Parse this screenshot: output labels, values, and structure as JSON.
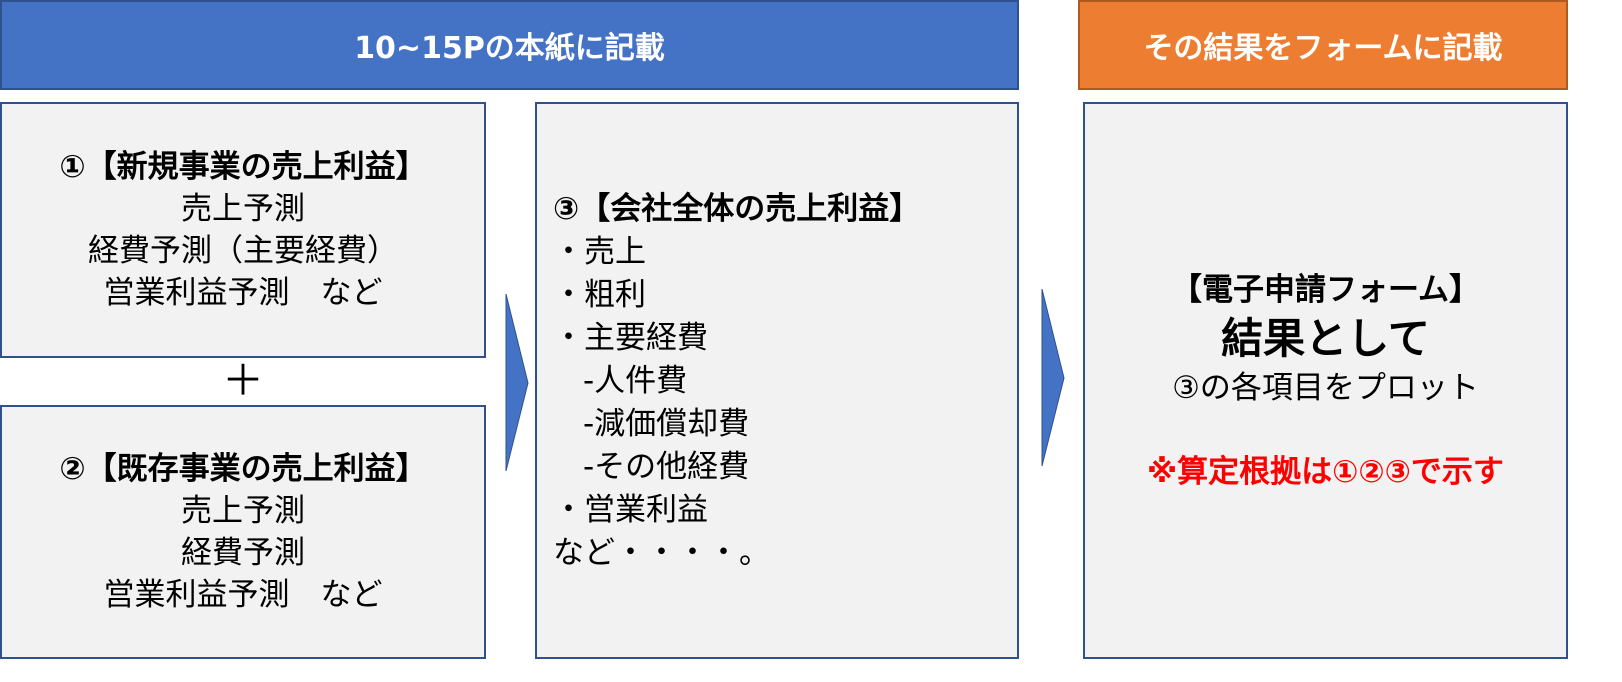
{
  "header_left": "10~15Pの本紙に記載",
  "header_right": "その結果をフォームに記載",
  "box1": {
    "title": "①【新規事業の売上利益】",
    "lines": [
      "売上予測",
      "経費予測（主要経費）",
      "営業利益予測　など"
    ]
  },
  "plus": "＋",
  "box2": {
    "title": "②【既存事業の売上利益】",
    "lines": [
      "売上予測",
      "経費予測",
      "営業利益予測　など"
    ]
  },
  "box3": {
    "title": "③【会社全体の売上利益】",
    "lines": [
      "・売上",
      "・粗利",
      "・主要経費",
      "-人件費",
      "-減価償却費",
      "-その他経費",
      "・営業利益",
      "など・・・・。"
    ]
  },
  "box4": {
    "title": "【電子申請フォーム】",
    "emphasis": "結果として",
    "line": "③の各項目をプロット",
    "note": "※算定根拠は①②③で示す"
  },
  "colors": {
    "blue": "#4472C4",
    "orange": "#ED7D31",
    "note_red": "#FF0000"
  }
}
